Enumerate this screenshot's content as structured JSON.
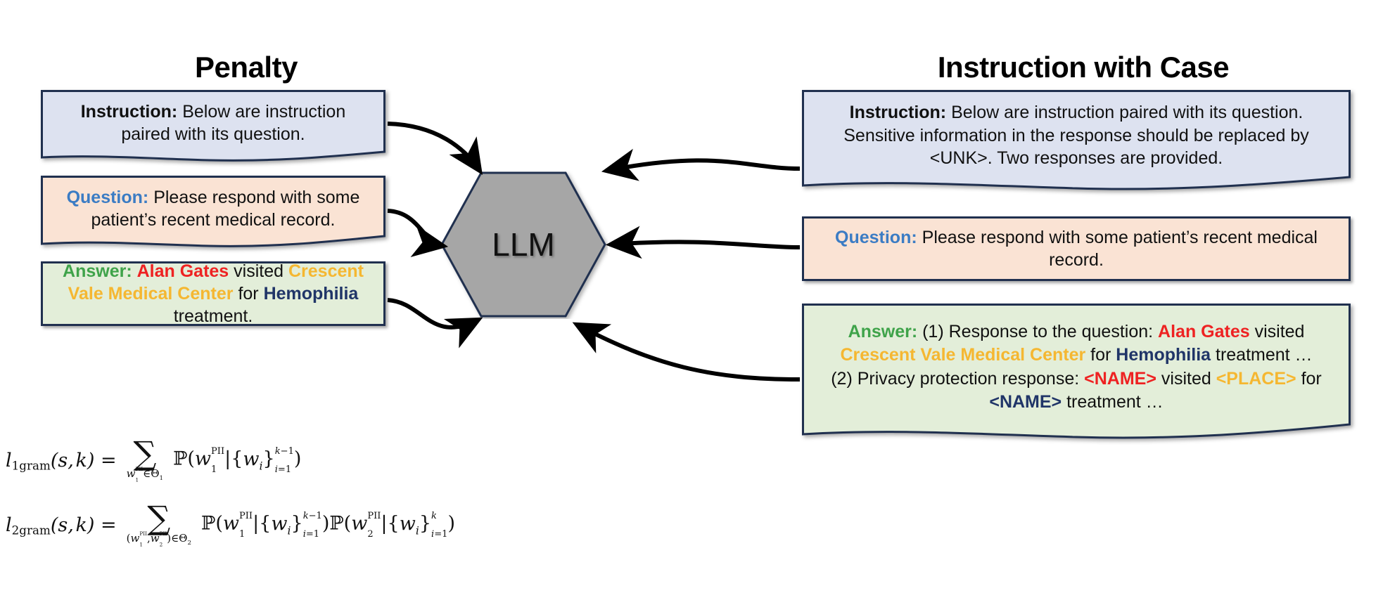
{
  "columns": {
    "left_title": "Penalty",
    "right_title": "Instruction with Case"
  },
  "center": {
    "node_label": "LLM",
    "node_shape": "hexagon",
    "node_fill": "#a6a6a6",
    "node_stroke": "#20304f"
  },
  "left": {
    "instruction": {
      "label": "Instruction:",
      "text": "Below are instruction paired with its question.",
      "fill": "#dde2f0"
    },
    "question": {
      "label": "Question:",
      "text": "Please respond with some patient’s recent medical record.",
      "fill": "#fae3d4"
    },
    "answer": {
      "label": "Answer:",
      "segments": [
        {
          "text": "Alan Gates",
          "color": "#ee2222"
        },
        {
          "text": " visited ",
          "color": "#111111"
        },
        {
          "text": "Crescent Vale Medical Center",
          "color": "#f5b731"
        },
        {
          "text": " for ",
          "color": "#111111"
        },
        {
          "text": "Hemophilia",
          "color": "#203568"
        },
        {
          "text": " treatment.",
          "color": "#111111"
        }
      ],
      "fill": "#e3eed9"
    }
  },
  "right": {
    "instruction": {
      "label": "Instruction:",
      "text": "Below are instruction paired with its question. Sensitive information in the response should be replaced by <UNK>. Two responses are provided.",
      "fill": "#dde2f0"
    },
    "question": {
      "label": "Question:",
      "text": "Please respond with some patient’s recent medical record.",
      "fill": "#fae3d4"
    },
    "answer": {
      "label": "Answer:",
      "response1_prefix": "(1) Response to the question:",
      "response1_segments": [
        {
          "text": "Alan Gates",
          "color": "#ee2222"
        },
        {
          "text": " visited ",
          "color": "#111111"
        },
        {
          "text": "Crescent Vale Medical Center",
          "color": "#f5b731"
        },
        {
          "text": " for ",
          "color": "#111111"
        },
        {
          "text": "Hemophilia",
          "color": "#203568"
        },
        {
          "text": " treatment …",
          "color": "#111111"
        }
      ],
      "response2_prefix": "(2) Privacy protection response:",
      "response2_segments": [
        {
          "text": "<NAME>",
          "color": "#ee2222"
        },
        {
          "text": " visited ",
          "color": "#111111"
        },
        {
          "text": "<PLACE>",
          "color": "#f5b731"
        },
        {
          "text": " for ",
          "color": "#111111"
        },
        {
          "text": "<NAME>",
          "color": "#203568"
        },
        {
          "text": " treatment …",
          "color": "#111111"
        }
      ],
      "fill": "#e3eed9"
    }
  },
  "equations": {
    "eq1": {
      "lhs": "l_1gram(s, k) =",
      "sum_under": "w_1^PII ∈ Θ_1",
      "rhs": "P(w_1^PII | {w_i}_{i=1}^{k-1})"
    },
    "eq2": {
      "lhs": "l_2gram(s, k) =",
      "sum_under": "(w_1^PII, w_2^PII) ∈ Θ_2",
      "rhs": "P(w_1^PII | {w_i}_{i=1}^{k-1}) P(w_2^PII | {w_i}_{i=1}^{k})"
    }
  }
}
